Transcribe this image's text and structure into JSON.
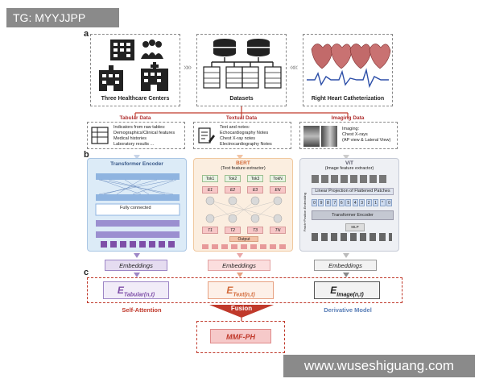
{
  "watermark_top": "TG: MYYJJPP",
  "watermark_bottom": "www.wuseshiguang.com",
  "panels": {
    "a": "a",
    "b": "b",
    "c": "c"
  },
  "top": {
    "centers_caption": "Three Healthcare Centers",
    "datasets_caption": "Datasets",
    "rhc_caption": "Right Heart Catheterization"
  },
  "data_types": {
    "tabular": {
      "title": "Tabular Data",
      "lines": [
        "Indicators from raw tables:",
        "Demographics/Clinical features",
        "Medical histories",
        "Laboratory results ..."
      ]
    },
    "textual": {
      "title": "Textual Data",
      "lines": [
        "Text and notes:",
        "Echocardiography Notes",
        "Chest X-ray notes",
        "Electrocardiography Notes"
      ]
    },
    "imaging": {
      "title": "Imaging Data",
      "lines": [
        "Imaging:",
        "Chest X-rays",
        "(AP view & Lateral View)"
      ]
    }
  },
  "encoders": {
    "transformer": {
      "title": "Transformer Encoder",
      "fc_label": "Fully connected"
    },
    "bert": {
      "title": "BERT",
      "subtitle": "(Text feature extractor)",
      "tokens": [
        "Tok1",
        "Tok2",
        "Tok3",
        "TokN"
      ],
      "e_labels": [
        "E1",
        "E2",
        "E3",
        "EN"
      ],
      "t_labels": [
        "T1",
        "T2",
        "T3",
        "TN"
      ],
      "output_label": "Output"
    },
    "vit": {
      "title": "ViT",
      "subtitle": "(Image feature extractor)",
      "side_label": "Patch+Position Embedding",
      "projection_label": "Linear Projection of Flattened Patches",
      "numbers": [
        "0",
        "9",
        "8",
        "7",
        "6",
        "5",
        "4",
        "3",
        "2",
        "1",
        "*",
        "0"
      ],
      "encoder_label": "Transformer Encoder",
      "mlp_label": "MLP"
    }
  },
  "embeddings": {
    "tabular": "Embeddings",
    "text": "Embeddings",
    "image": "Embeddings"
  },
  "e_outputs": {
    "tabular": {
      "main": "E",
      "sub": "Tabular(n,t)"
    },
    "text": {
      "main": "E",
      "sub": "Text(n,t)"
    },
    "image": {
      "main": "E",
      "sub": "Image(n,t)"
    }
  },
  "fusion": {
    "left_label": "Self-Attention",
    "center_label": "Fusion",
    "right_label": "Derivative Model",
    "output": "MMF-PH"
  },
  "colors": {
    "red": "#c0392b",
    "tabular_accent": "#7e4fa8",
    "text_accent": "#d26a3a",
    "image_accent": "#333333",
    "blue_panel": "#dcebf7",
    "orange_panel": "#fbeee0",
    "gray_panel": "#eef0f4"
  }
}
